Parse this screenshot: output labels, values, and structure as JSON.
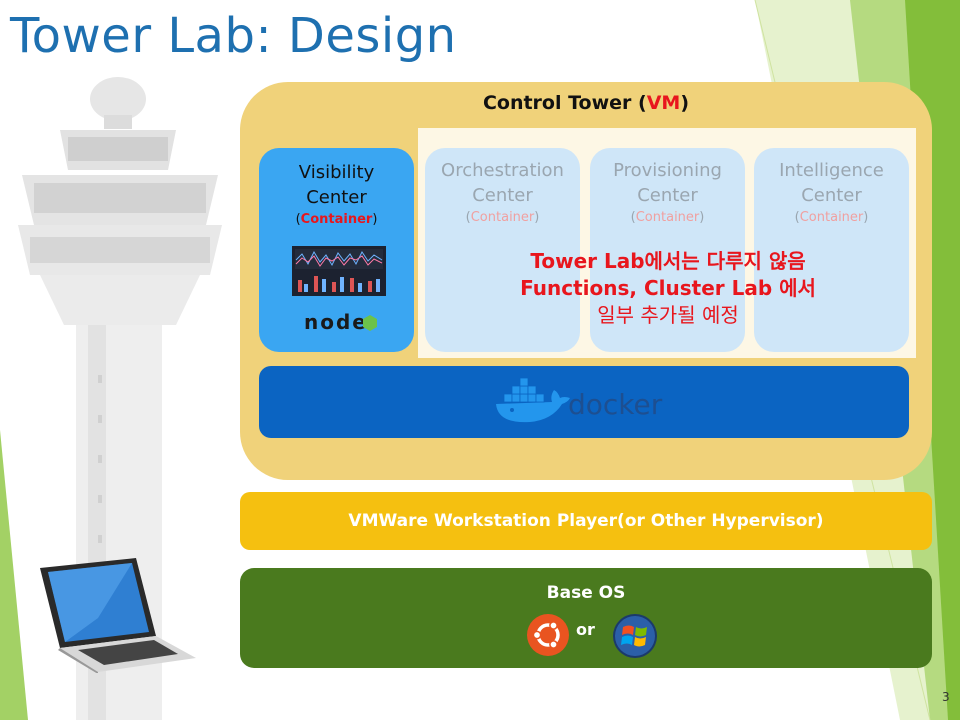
{
  "slide": {
    "title": "Tower Lab: Design",
    "page_number": "3"
  },
  "control_tower": {
    "title_prefix": "Control Tower (",
    "title_vm": "VM",
    "title_suffix": ")"
  },
  "centers": [
    {
      "line1": "Visibility",
      "line2": "Center",
      "sub_open": "(",
      "sub_inner": "Container",
      "sub_close": ")"
    },
    {
      "line1": "Orchestration",
      "line2": "Center",
      "sub_open": "(",
      "sub_inner": "Container",
      "sub_close": ")"
    },
    {
      "line1": "Provisioning",
      "line2": "Center",
      "sub_open": "(",
      "sub_inner": "Container",
      "sub_close": ")"
    },
    {
      "line1": "Intelligence",
      "line2": "Center",
      "sub_open": "(",
      "sub_inner": "Container",
      "sub_close": ")"
    }
  ],
  "note": {
    "line1": "Tower Lab에서는 다루지 않음",
    "line2": "Functions, Cluster Lab 에서",
    "line3": "일부 추가될 예정"
  },
  "logos": {
    "node": "node",
    "docker": "docker"
  },
  "hypervisor": {
    "label": "VMWare Workstation Player(or Other Hypervisor)"
  },
  "base_os": {
    "title": "Base OS",
    "or_text": "or"
  },
  "colors": {
    "title_blue": "#1e70b0",
    "control_tower_bg": "#f0d27a",
    "visibility_blue": "#3aa6f2",
    "docker_blue": "#0b64c2",
    "hypervisor_yellow": "#f5c010",
    "base_os_green": "#4a7a1e",
    "accent_red": "#e8161d"
  }
}
